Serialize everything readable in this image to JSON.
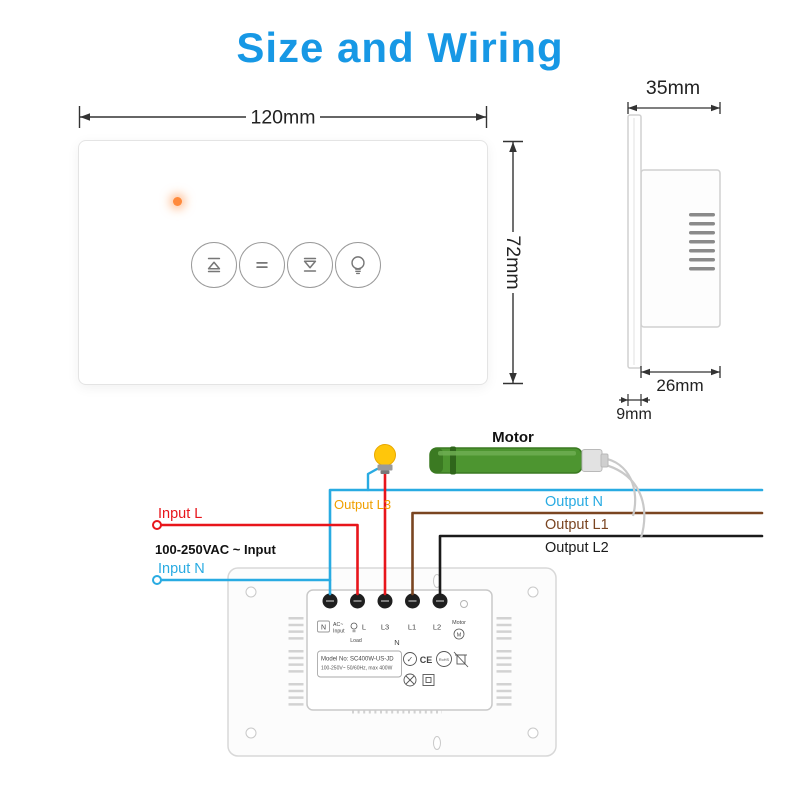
{
  "title": "Size and Wiring",
  "front_view": {
    "width_label": "120mm",
    "height_label": "72mm"
  },
  "side_view": {
    "depth_label": "35mm",
    "body_label": "26mm",
    "panel_label": "9mm"
  },
  "wiring": {
    "motor_label": "Motor",
    "input_l_label": "Input L",
    "vac_label": "100-250VAC ~ Input",
    "input_n_label": "Input N",
    "output_l3_label": "Output L3",
    "output_n_label": "Output N",
    "output_l1_label": "Output L1",
    "output_l2_label": "Output L2"
  },
  "module": {
    "terminal_labels": [
      "N",
      "L",
      "L3",
      "L1",
      "L2"
    ],
    "ac_line1": "AC~",
    "ac_line2": "Input",
    "load_label": "Load",
    "motor_label": "Motor",
    "motor_m": "M",
    "neutral_label": "N",
    "model_line1": "Model No: SC400W-US-JD",
    "model_line2": "100-250V~ 50/60Hz, max 400W",
    "check_glyph": "✓",
    "ce_label": "CE",
    "rohs_label": "RoHS"
  },
  "colors": {
    "title_blue": "#1798E5",
    "wire_blue": "#29ABE2",
    "wire_red": "#E8151B",
    "wire_brown": "#7A4521",
    "wire_black": "#1A1A1A",
    "label_orange": "#F0A000",
    "motor_green": "#4D9530",
    "bulb_yellow": "#FFC60B",
    "led_orange": "#FF8A3C"
  }
}
